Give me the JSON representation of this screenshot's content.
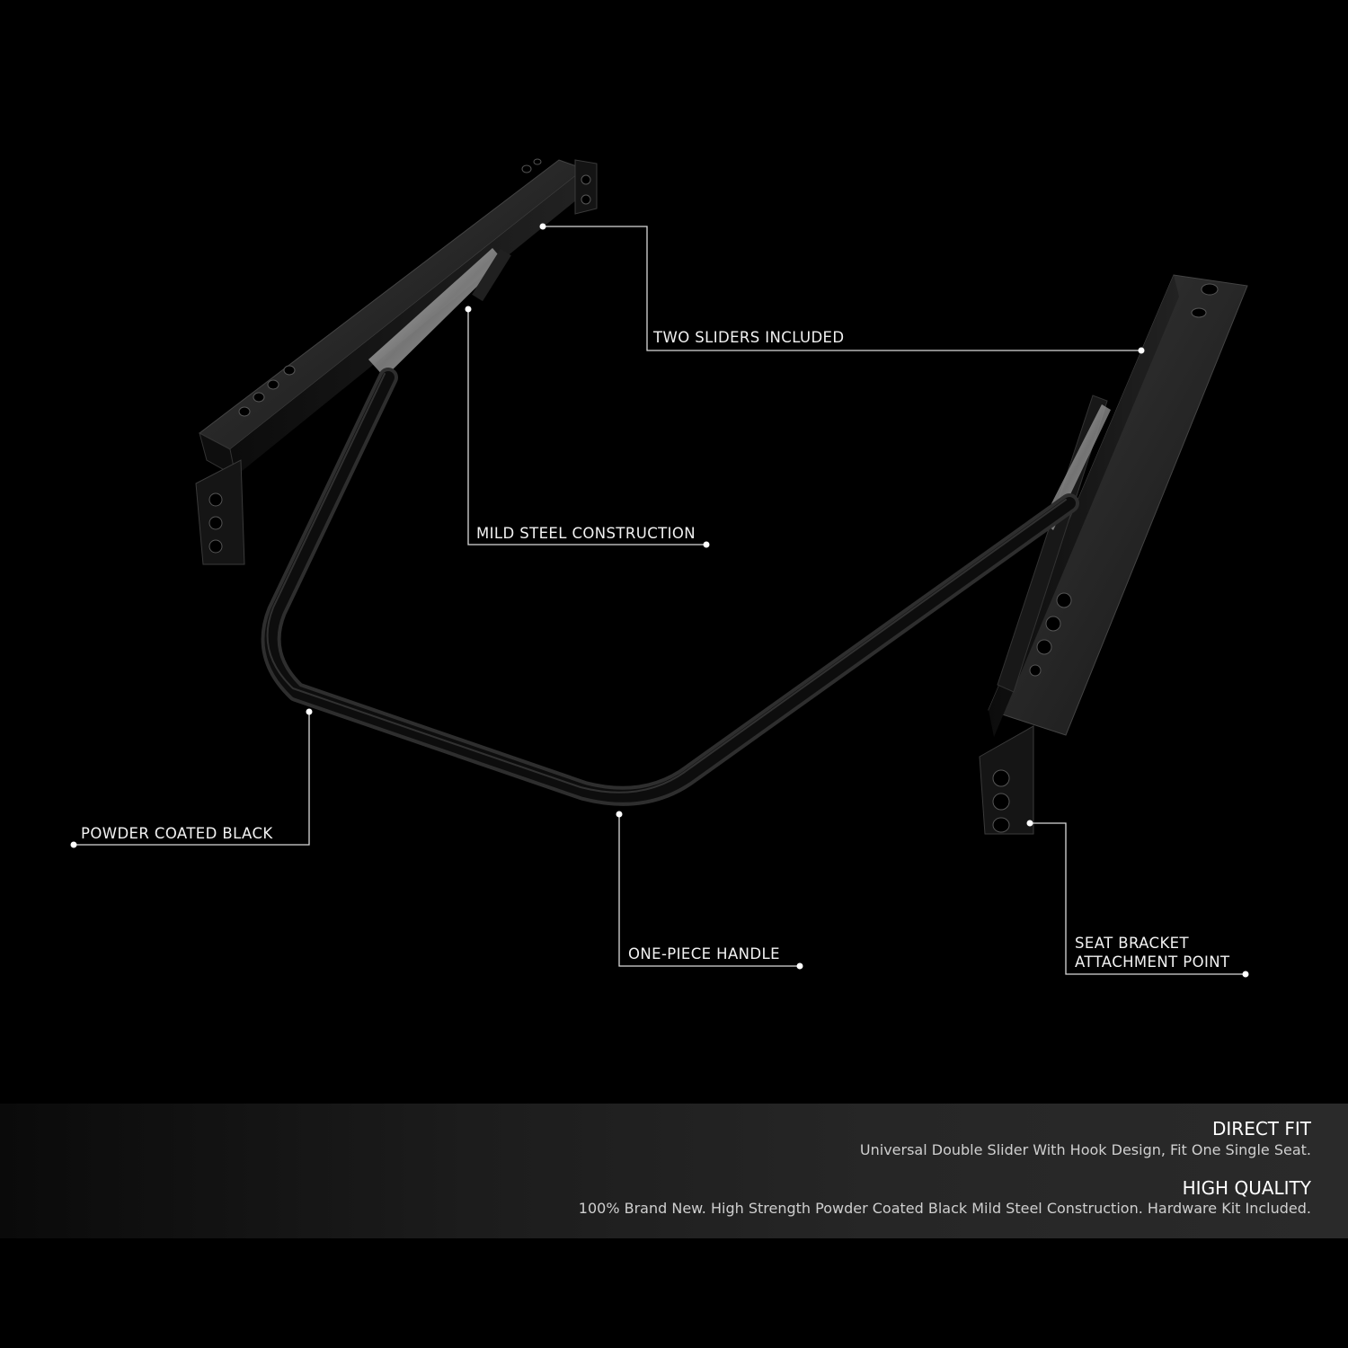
{
  "colors": {
    "background": "#000000",
    "callout_line": "#d9d9d9",
    "callout_text": "#f2f2f2",
    "footer_heading": "#ffffff",
    "footer_text": "#cfcfcf",
    "steel": "#1a1a1a",
    "chrome": "#bfbfbf"
  },
  "callouts": {
    "two_sliders": "TWO SLIDERS INCLUDED",
    "mild_steel": "MILD STEEL CONSTRUCTION",
    "powder_coated": "POWDER COATED BLACK",
    "one_piece_handle": "ONE-PIECE HANDLE",
    "seat_bracket_line1": "SEAT BRACKET",
    "seat_bracket_line2": "ATTACHMENT POINT"
  },
  "features": [
    {
      "heading": "DIRECT FIT",
      "text": "Universal Double Slider With Hook Design, Fit One Single Seat."
    },
    {
      "heading": "HIGH QUALITY",
      "text": "100% Brand New. High Strength Powder Coated Black Mild Steel Construction. Hardware Kit Included."
    }
  ]
}
